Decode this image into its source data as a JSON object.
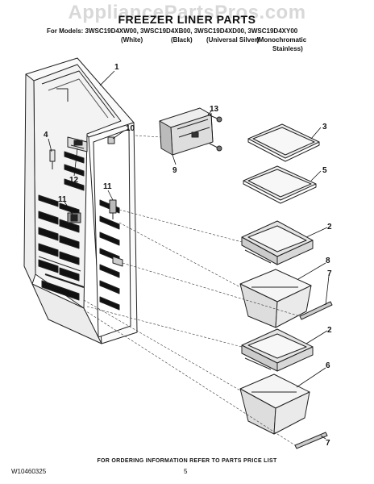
{
  "watermark": "AppliancePartsPros.com",
  "title": "FREEZER LINER PARTS",
  "models_line": "For Models: 3WSC19D4XW00, 3WSC19D4XB00, 3WSC19D4XD00, 3WSC19D4XY00",
  "variants": [
    "(White)",
    "(Black)",
    "(Universal Silver)",
    "(Monochromatic",
    "Stainless)"
  ],
  "callouts": [
    "1",
    "4",
    "10",
    "12",
    "13",
    "9",
    "11",
    "11",
    "3",
    "5",
    "2",
    "8",
    "7",
    "2",
    "6",
    "7"
  ],
  "footer_note": "FOR ORDERING INFORMATION REFER TO PARTS PRICE LIST",
  "document_number": "W10460325",
  "page_number": "5"
}
